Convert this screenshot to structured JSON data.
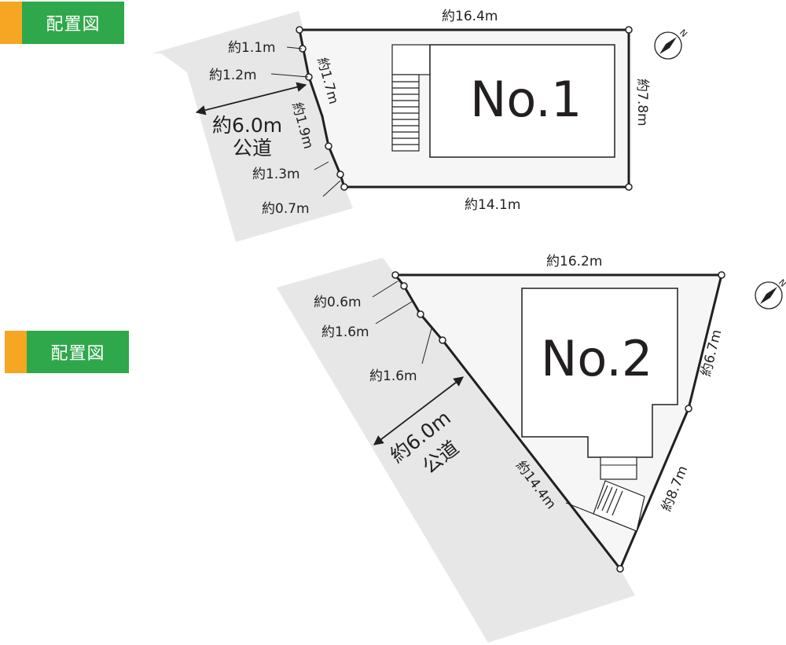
{
  "badges": [
    {
      "label": "配置図"
    },
    {
      "label": "配置図"
    }
  ],
  "compass_mark": "N",
  "plot1": {
    "name": "No.1",
    "top": "約16.4m",
    "bottom": "約14.1m",
    "right": "約7.8m",
    "frontage": [
      "約1.1m",
      "約1.2m",
      "約1.7m",
      "約1.9m",
      "約1.3m",
      "約0.7m"
    ],
    "road_width": "約6.0m",
    "road_label": "公道"
  },
  "plot2": {
    "name": "No.2",
    "top": "約16.2m",
    "right_upper": "約6.7m",
    "right_lower": "約8.7m",
    "left": "約14.4m",
    "frontage": [
      "約0.6m",
      "約1.6m",
      "約1.6m"
    ],
    "road_width": "約6.0m",
    "road_label": "公道"
  },
  "colors": {
    "road": "#e7e7e8",
    "lot": "#f6f6f6",
    "line": "#231f20",
    "badge_green": "#2ea84a",
    "badge_orange": "#f6a623"
  }
}
